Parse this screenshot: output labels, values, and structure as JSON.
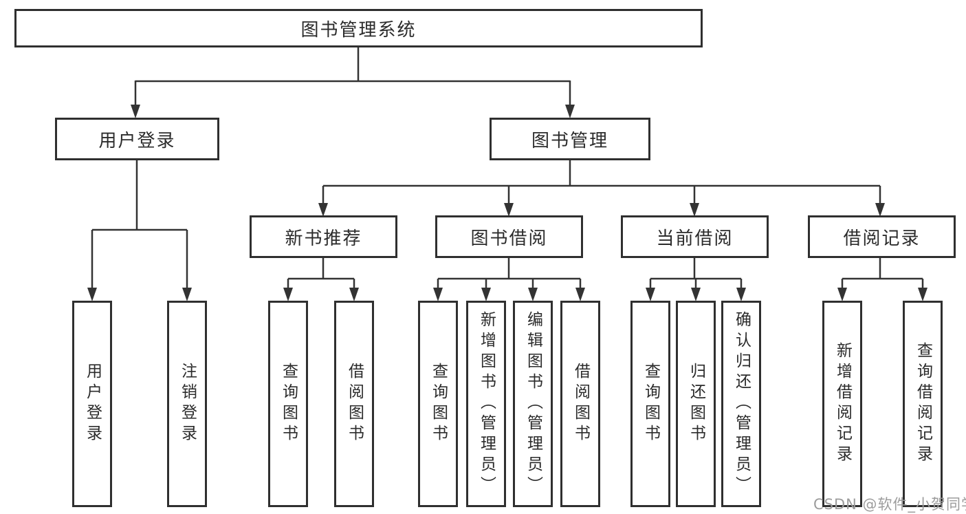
{
  "diagram": {
    "root": "图书管理系统",
    "branches": {
      "user_login": {
        "label": "用户登录",
        "children": [
          "用户登录",
          "注销登录"
        ]
      },
      "book_management": {
        "label": "图书管理",
        "sections": {
          "new_book_recommend": {
            "label": "新书推荐",
            "children": [
              "查询图书",
              "借阅图书"
            ]
          },
          "book_borrowing": {
            "label": "图书借阅",
            "children": [
              "查询图书",
              "新增图书（管理员）",
              "编辑图书（管理员）",
              "借阅图书"
            ]
          },
          "current_borrowing": {
            "label": "当前借阅",
            "children": [
              "查询图书",
              "归还图书",
              "确认归还（管理员）"
            ]
          },
          "borrowing_records": {
            "label": "借阅记录",
            "children": [
              "新增借阅记录",
              "查询借阅记录"
            ]
          }
        }
      }
    }
  },
  "watermark": "CSDN @软件_小贺同学",
  "colors": {
    "line": "#333333",
    "box_border": "#2f2f2f",
    "text": "#2b2b2b",
    "watermark": "#9c9c9c",
    "background": "#ffffff"
  }
}
